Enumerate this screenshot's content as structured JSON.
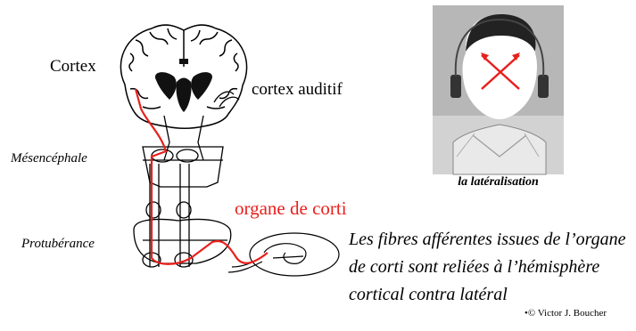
{
  "labels": {
    "cortex": "Cortex",
    "cortex_auditif": "cortex auditif",
    "mesencephale": "Mésencéphale",
    "protuberance": "Protubérance",
    "organe_de_corti": "organe de corti"
  },
  "photo": {
    "caption": "la latéralisation"
  },
  "description": "Les fibres afférentes issues de l’organe de corti sont reliées à l’hémisphère cortical contra latéral",
  "credit": "•© Victor J. Boucher",
  "colors": {
    "pathway": "#e8201c",
    "line": "#000000"
  }
}
